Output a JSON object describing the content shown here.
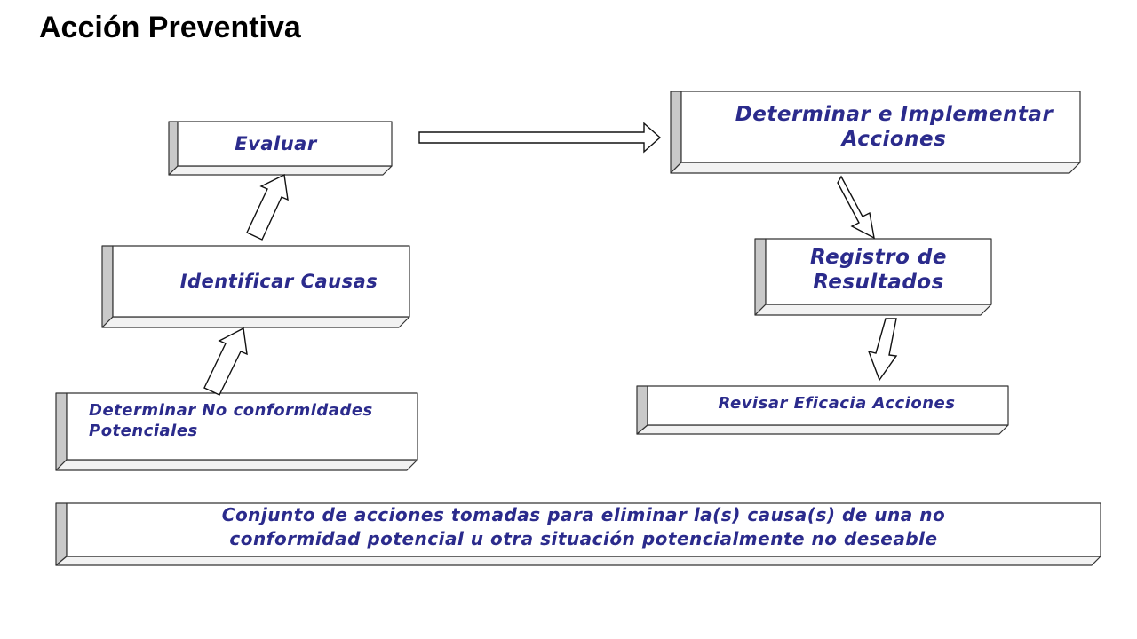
{
  "title": "Acción Preventiva",
  "diagram": {
    "evaluar": "Evaluar",
    "determinar_implementar": "Determinar e Implementar Acciones",
    "identificar_causas": "Identificar Causas",
    "registro_resultados": "Registro de Resultados",
    "determinar_no_conformidades": "Determinar No conformidades Potenciales",
    "revisar_eficacia": "Revisar Eficacia Acciones",
    "definicion": "Conjunto de acciones tomadas para eliminar la(s) causa(s) de una no conformidad potencial u otra situación potencialmente no deseable"
  }
}
